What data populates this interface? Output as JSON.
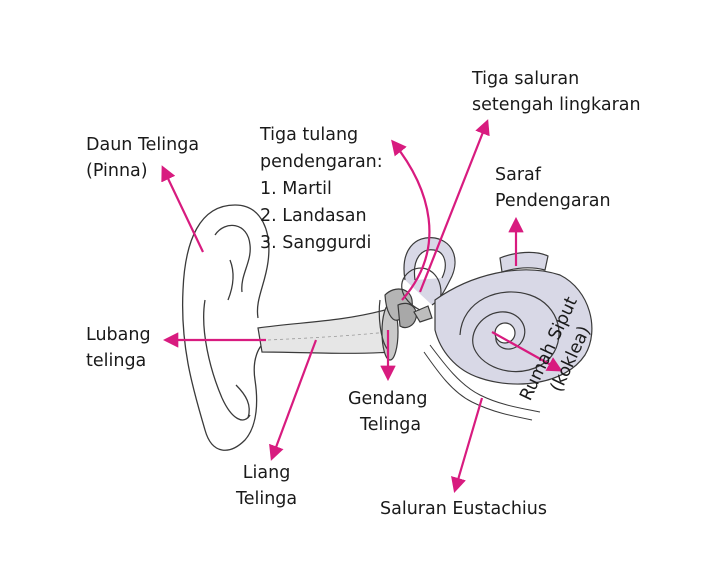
{
  "labels": {
    "pinna": [
      "Daun Telinga",
      "(Pinna)"
    ],
    "ossicles": [
      "Tiga tulang",
      "pendengaran:",
      "1. Martil",
      "2. Landasan",
      "3. Sanggurdi"
    ],
    "semicircular": [
      "Tiga saluran",
      "setengah lingkaran"
    ],
    "nerve": [
      "Saraf",
      "Pendengaran"
    ],
    "ear_hole": [
      "Lubang",
      "telinga"
    ],
    "cochlea": [
      "Rumah Siput",
      "(koklea)"
    ],
    "eardrum": [
      "Gendang",
      "Telinga"
    ],
    "ear_canal": [
      "Liang",
      "Telinga"
    ],
    "eustachian": [
      "Saluran Eustachius"
    ]
  },
  "colors": {
    "arrow": "#d81b7f",
    "outline": "#3a3a3a",
    "inner_ear_fill": "#d8d8e6",
    "canal_fill": "#e6e6e6",
    "text": "#1a1a1a"
  }
}
